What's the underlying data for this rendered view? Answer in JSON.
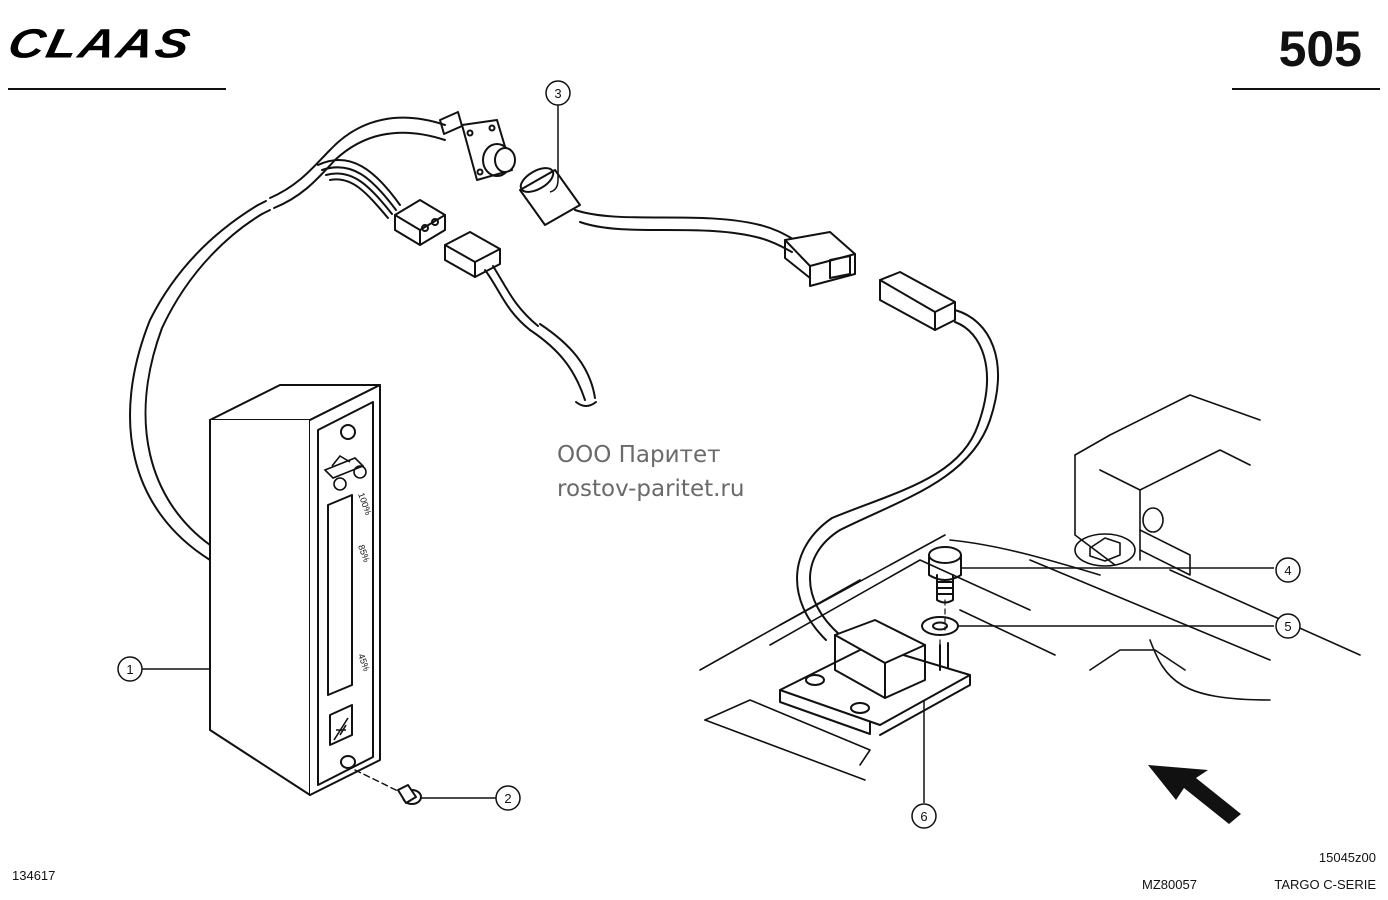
{
  "header": {
    "brand_logo": "CLAAS",
    "page_number": "505"
  },
  "watermark": {
    "line1": "ООО Паритет",
    "line2": "rostov-paritet.ru"
  },
  "callouts": [
    {
      "number": "1"
    },
    {
      "number": "2"
    },
    {
      "number": "3"
    },
    {
      "number": "4"
    },
    {
      "number": "5"
    },
    {
      "number": "6"
    }
  ],
  "gauge": {
    "label_100": "100%",
    "label_85": "85%",
    "label_45": "45%"
  },
  "footer": {
    "doc_number": "134617",
    "drawing_code": "15045z00",
    "part_code": "MZ80057",
    "series": "TARGO C-SERIE"
  },
  "icons": [
    "tractor-icon",
    "gauge-symbol-icon",
    "direction-arrow-icon"
  ]
}
